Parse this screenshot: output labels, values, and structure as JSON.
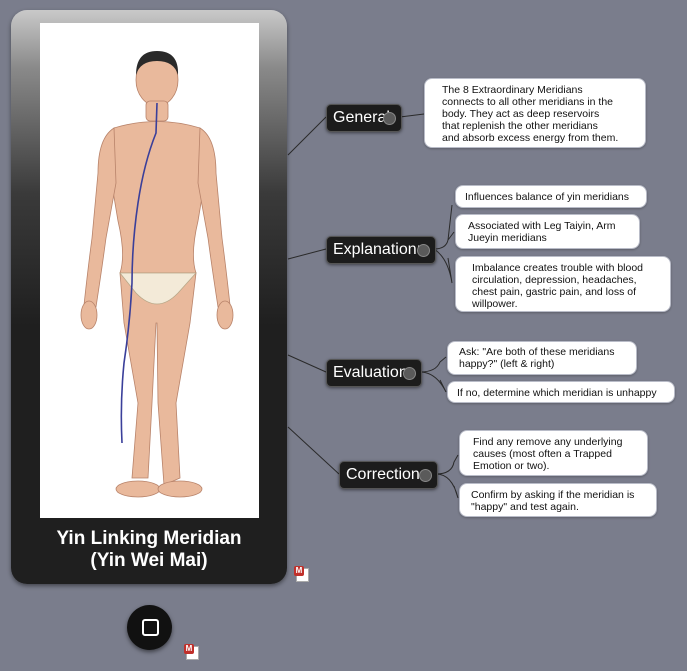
{
  "central": {
    "title": "Yin Linking Meridian\n(Yin Wei Mai)"
  },
  "branches": {
    "general": {
      "label": "General",
      "topics": [
        "The 8 Extraordinary Meridians\nconnects to all other meridians in the\nbody. They act as deep reservoirs\nthat replenish the other meridians\nand absorb excess energy from them."
      ]
    },
    "explanation": {
      "label": "Explanation:",
      "topics": [
        "Influences balance of yin meridians",
        "Associated with Leg Taiyin, Arm\nJueyin meridians",
        "Imbalance creates trouble with blood\ncirculation, depression, headaches,\nchest pain, gastric pain, and loss of\nwillpower."
      ]
    },
    "evaluation": {
      "label": "Evaluation:",
      "topics": [
        "Ask: \"Are both of these meridians\nhappy?\" (left & right)",
        "If no, determine which meridian is unhappy"
      ]
    },
    "correction": {
      "label": "Correction:",
      "topics": [
        "Find any remove any underlying\ncauses (most often a Trapped\nEmotion or two).",
        "Confirm by asking if the meridian is\n\"happy\" and test again."
      ]
    }
  },
  "colors": {
    "background": "#7a7d8c",
    "branch_fill": "#1c1c1c",
    "meridian_line": "#3a3f9a"
  },
  "icons": [
    "meridian-figure",
    "home-square-icon",
    "mindmap-document-icon"
  ]
}
